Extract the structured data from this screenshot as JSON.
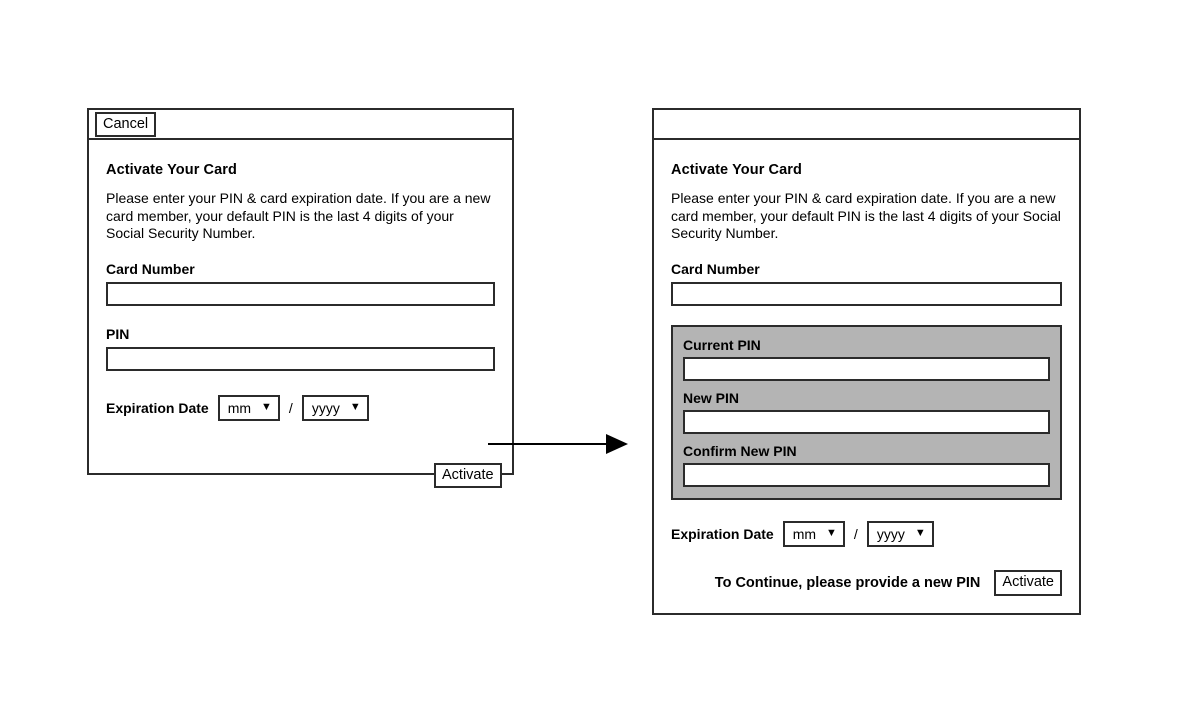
{
  "screen": {
    "title": "Card Activation Wireframe",
    "background": "#ffffff",
    "line_color": "#2b2b2b",
    "gray_panel_color": "#b4b4b4"
  },
  "left_panel": {
    "header": {
      "cancel_label": "Cancel"
    },
    "heading": "Activate Your Card",
    "intro": "Please enter your PIN & card expiration date. If you are a new card member, your default PIN is the last 4 digits of your Social Security Number.",
    "card_number": {
      "label": "Card Number",
      "value": "",
      "placeholder": ""
    },
    "pin": {
      "label": "PIN",
      "value": "",
      "placeholder": ""
    },
    "expiration": {
      "label": "Expiration Date",
      "month_value": "mm",
      "separator": "/",
      "year_value": "yyyy",
      "caret": "▼"
    },
    "activate_label": "Activate"
  },
  "right_panel": {
    "header": {
      "cancel_label": ""
    },
    "heading": "Activate Your Card",
    "intro": "Please enter your PIN & card expiration date. If you are a new card member, your default PIN is the last 4 digits of your Social Security Number.",
    "card_number": {
      "label": "Card Number",
      "value": "",
      "placeholder": ""
    },
    "pin_group": {
      "current_pin_label": "Current PIN",
      "current_pin_value": "",
      "new_pin_label": "New PIN",
      "new_pin_value": "",
      "confirm_pin_label": "Confirm New PIN",
      "confirm_pin_value": ""
    },
    "expiration": {
      "label": "Expiration Date",
      "month_value": "mm",
      "separator": "/",
      "year_value": "yyyy",
      "caret": "▼"
    },
    "continue_message": "To Continue, please provide a new PIN",
    "activate_label": "Activate"
  },
  "connector": {
    "name": "flow-arrow",
    "direction": "left-to-right"
  }
}
